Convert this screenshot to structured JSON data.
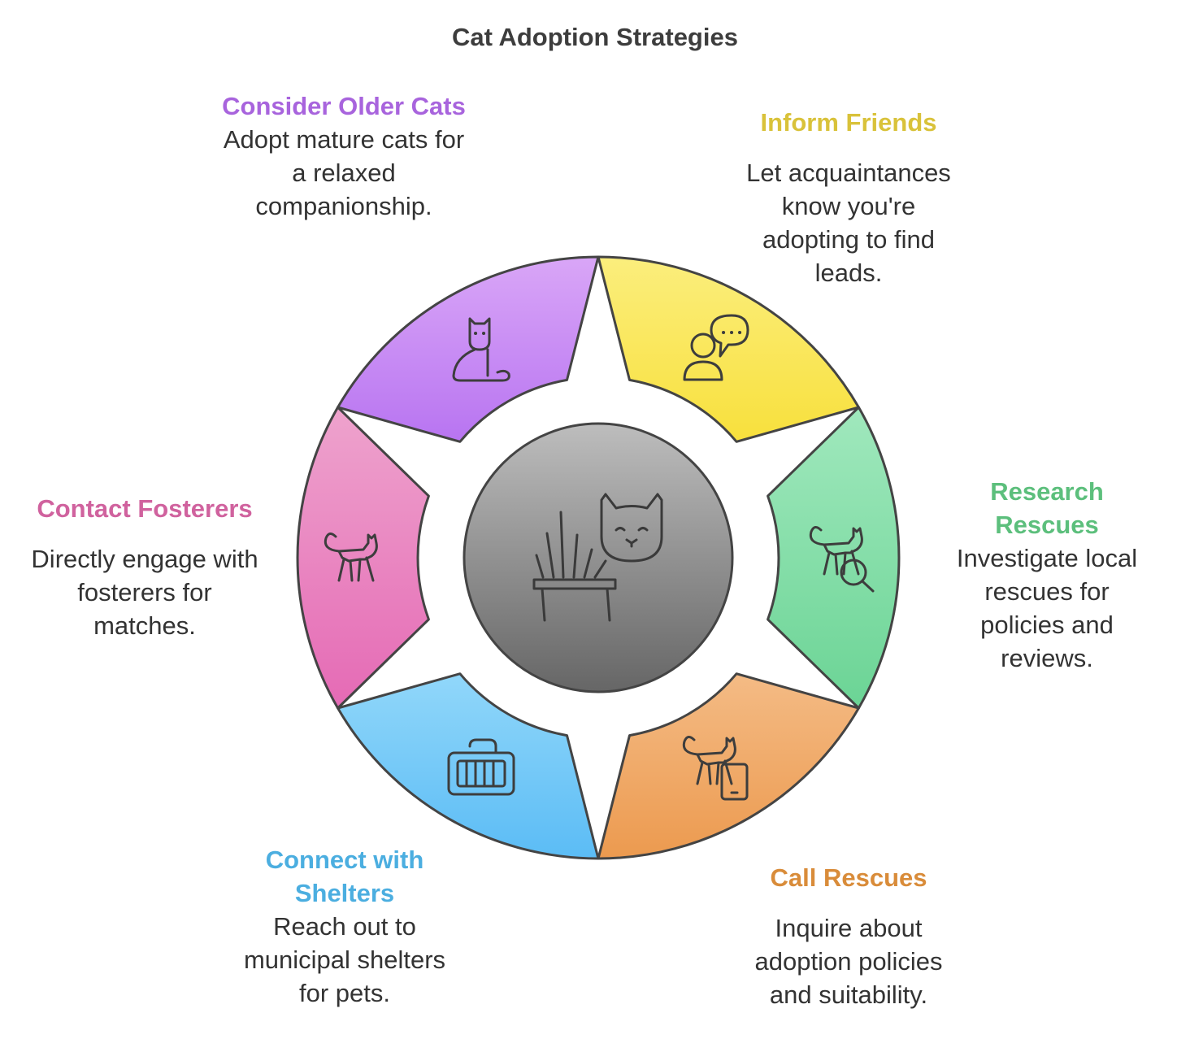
{
  "title": "Cat Adoption Strategies",
  "colors": {
    "outline": "#444444",
    "hub_top": "#bdbdbd",
    "hub_bottom": "#666666"
  },
  "segments": [
    {
      "key": "inform",
      "heading": "Inform Friends",
      "description": "Let acquaintances know you're adopting to find leads.",
      "color": "#d9c23a",
      "fill_top": "#fbee7d",
      "fill_bottom": "#f8e03c",
      "icon": "person-speech-bubble-icon"
    },
    {
      "key": "research",
      "heading": "Research Rescues",
      "description": "Investigate local rescues for policies and reviews.",
      "color": "#5cbf7c",
      "fill_top": "#a0e8bd",
      "fill_bottom": "#6bd495",
      "icon": "cat-magnifier-icon"
    },
    {
      "key": "call",
      "heading": "Call Rescues",
      "description": "Inquire about adoption policies and suitability.",
      "color": "#d98c3a",
      "fill_top": "#f4bb85",
      "fill_bottom": "#ec9a4f",
      "icon": "cat-phone-icon"
    },
    {
      "key": "connect",
      "heading": "Connect with Shelters",
      "description": "Reach out to municipal shelters for pets.",
      "color": "#4baee0",
      "fill_top": "#91d7fa",
      "fill_bottom": "#5bbcf5",
      "icon": "pet-carrier-icon"
    },
    {
      "key": "foster",
      "heading": "Contact Fosterers",
      "description": "Directly engage with fosterers for matches.",
      "color": "#d0629e",
      "fill_top": "#eea3cd",
      "fill_bottom": "#e56ab5",
      "icon": "walking-cat-icon"
    },
    {
      "key": "older",
      "heading": "Consider Older Cats",
      "description": "Adopt mature cats for a relaxed companionship.",
      "color": "#a864dd",
      "fill_top": "#d9a6f7",
      "fill_bottom": "#b874f1",
      "icon": "sitting-cat-icon"
    }
  ],
  "center_icon": "cat-in-bed-icon"
}
